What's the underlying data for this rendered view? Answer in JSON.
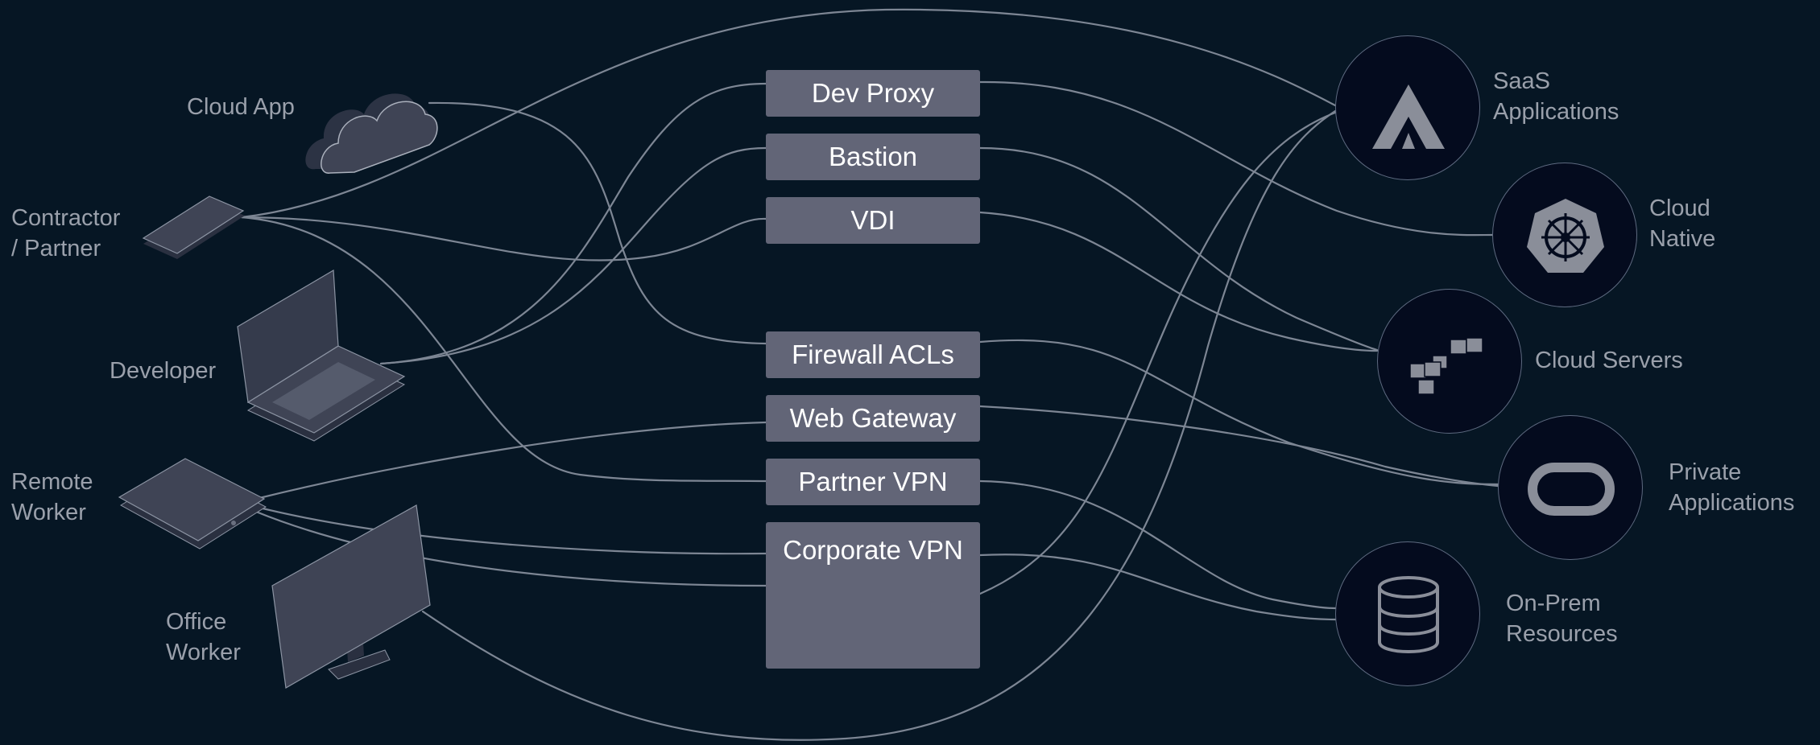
{
  "users": [
    {
      "id": "cloud-app",
      "label": "Cloud App"
    },
    {
      "id": "contractor",
      "label": "Contractor\n/ Partner"
    },
    {
      "id": "developer",
      "label": "Developer"
    },
    {
      "id": "remote",
      "label": "Remote\nWorker"
    },
    {
      "id": "office",
      "label": "Office\nWorker"
    }
  ],
  "gateways": [
    {
      "id": "dev-proxy",
      "label": "Dev Proxy"
    },
    {
      "id": "bastion",
      "label": "Bastion"
    },
    {
      "id": "vdi",
      "label": "VDI"
    },
    {
      "id": "firewall",
      "label": "Firewall ACLs"
    },
    {
      "id": "web-gateway",
      "label": "Web Gateway"
    },
    {
      "id": "partner-vpn",
      "label": "Partner VPN"
    },
    {
      "id": "corporate-vpn",
      "label": "Corporate VPN"
    }
  ],
  "resources": [
    {
      "id": "saas",
      "label": "SaaS\nApplications",
      "icon": "mountain-logo-icon"
    },
    {
      "id": "cloud-native",
      "label": "Cloud\nNative",
      "icon": "kubernetes-helm-icon"
    },
    {
      "id": "cloud-servers",
      "label": "Cloud Servers",
      "icon": "server-cubes-icon"
    },
    {
      "id": "private",
      "label": "Private\nApplications",
      "icon": "ring-logo-icon"
    },
    {
      "id": "on-prem",
      "label": "On-Prem\nResources",
      "icon": "database-icon"
    }
  ],
  "colors": {
    "background": "#061624",
    "gateway_fill": "#626577",
    "connector": "#7d8694",
    "label": "#9aa0ab",
    "device": "#3f4455",
    "circle_fill": "#040b1e"
  }
}
